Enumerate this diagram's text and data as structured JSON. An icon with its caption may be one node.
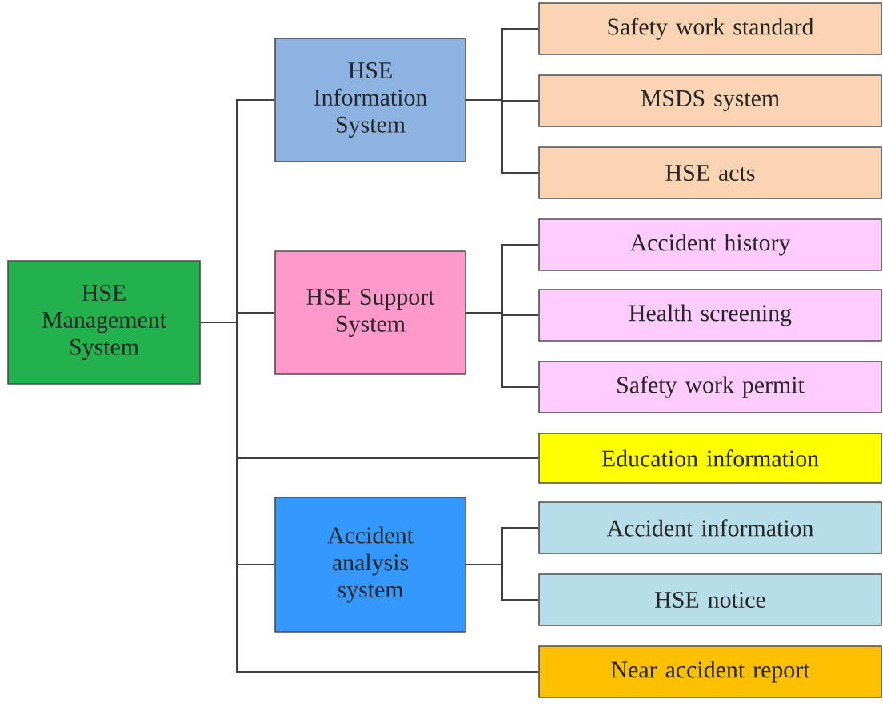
{
  "diagram": {
    "nodes": [
      {
        "text": [
          "HSE Management System"
        ]
      },
      {
        "text": [
          "HSE Information System"
        ]
      },
      {
        "text": [
          "Safety work standard"
        ]
      },
      {
        "text": [
          "MSDS system"
        ]
      },
      {
        "text": [
          "HSE acts"
        ]
      },
      {
        "text": [
          "HSE Support System"
        ]
      },
      {
        "text": [
          "Accident history"
        ]
      },
      {
        "text": [
          "Health screening"
        ]
      },
      {
        "text": [
          "Safety work permit"
        ]
      },
      {
        "text": [
          "Education information"
        ]
      },
      {
        "text": [
          "Accident analysis system"
        ]
      },
      {
        "text": [
          "Accident information"
        ]
      },
      {
        "text": [
          "HSE notice"
        ]
      },
      {
        "text": [
          "Near accident report"
        ]
      }
    ],
    "edges": [
      {
        "from": 0,
        "to": 1,
        "arrow": "none"
      },
      {
        "from": 0,
        "to": 5,
        "arrow": "none"
      },
      {
        "from": 0,
        "to": 9,
        "arrow": "none"
      },
      {
        "from": 0,
        "to": 10,
        "arrow": "none"
      },
      {
        "from": 0,
        "to": 13,
        "arrow": "none"
      },
      {
        "from": 1,
        "to": 2,
        "arrow": "none"
      },
      {
        "from": 1,
        "to": 3,
        "arrow": "none"
      },
      {
        "from": 1,
        "to": 4,
        "arrow": "none"
      },
      {
        "from": 5,
        "to": 6,
        "arrow": "none"
      },
      {
        "from": 5,
        "to": 7,
        "arrow": "none"
      },
      {
        "from": 5,
        "to": 8,
        "arrow": "none"
      },
      {
        "from": 10,
        "to": 11,
        "arrow": "none"
      },
      {
        "from": 10,
        "to": 12,
        "arrow": "none"
      }
    ]
  }
}
